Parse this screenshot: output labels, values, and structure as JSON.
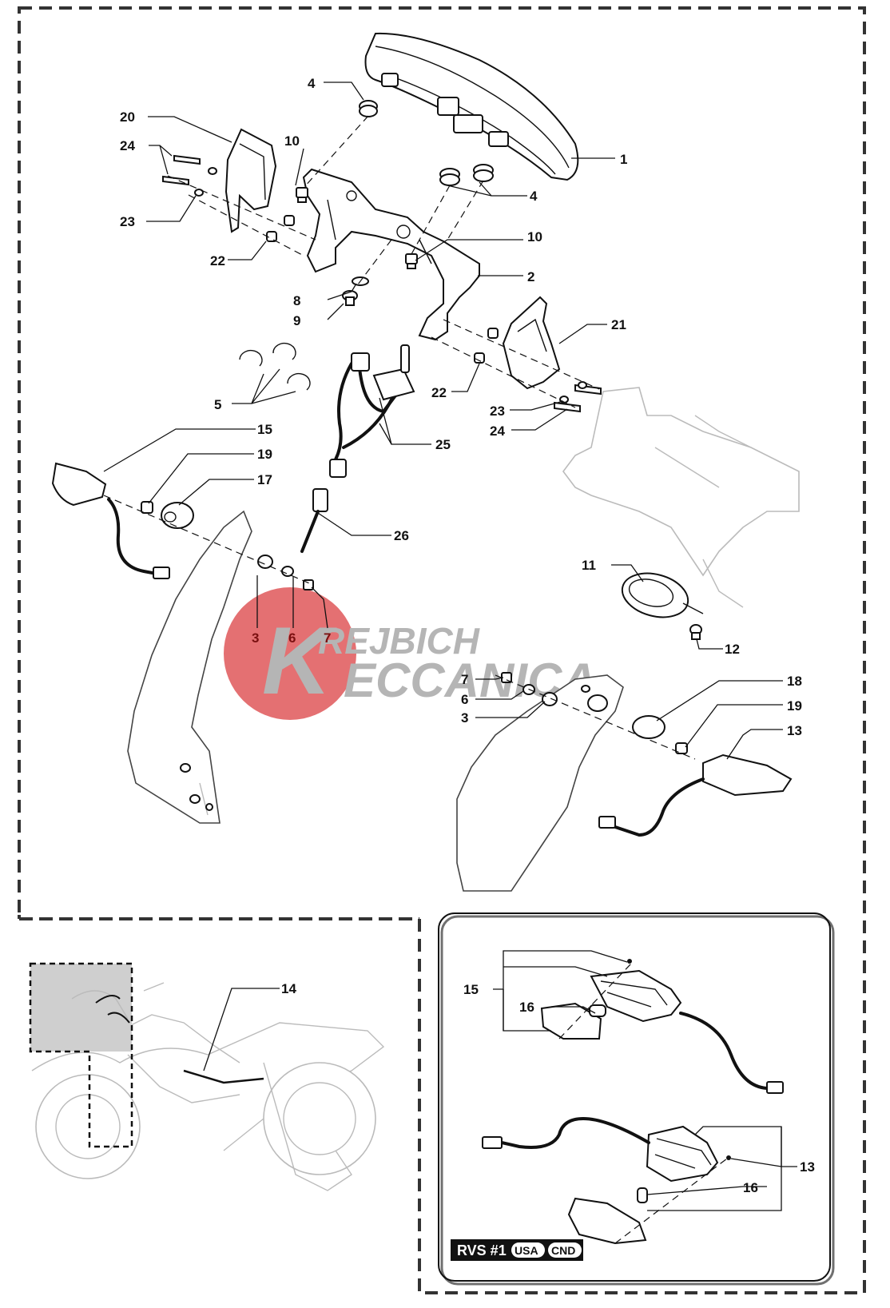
{
  "watermark": {
    "line1": "REJBICH",
    "line2": "ECCANICA",
    "monogram": "K",
    "colors": {
      "red": "#e0585a",
      "grey": "#a9a9a9"
    }
  },
  "callouts": {
    "c1": "1",
    "c2": "2",
    "c3": "3",
    "c4": "4",
    "c5": "5",
    "c6": "6",
    "c7": "7",
    "c8": "8",
    "c9": "9",
    "c10": "10",
    "c11": "11",
    "c12": "12",
    "c13": "13",
    "c14": "14",
    "c15": "15",
    "c16": "16",
    "c17": "17",
    "c18": "18",
    "c19": "19",
    "c20": "20",
    "c21": "21",
    "c22": "22",
    "c23": "23",
    "c24": "24",
    "c25": "25",
    "c26": "26"
  },
  "variant_box": {
    "title": "RVS #1",
    "badges": [
      "USA",
      "CND"
    ]
  }
}
